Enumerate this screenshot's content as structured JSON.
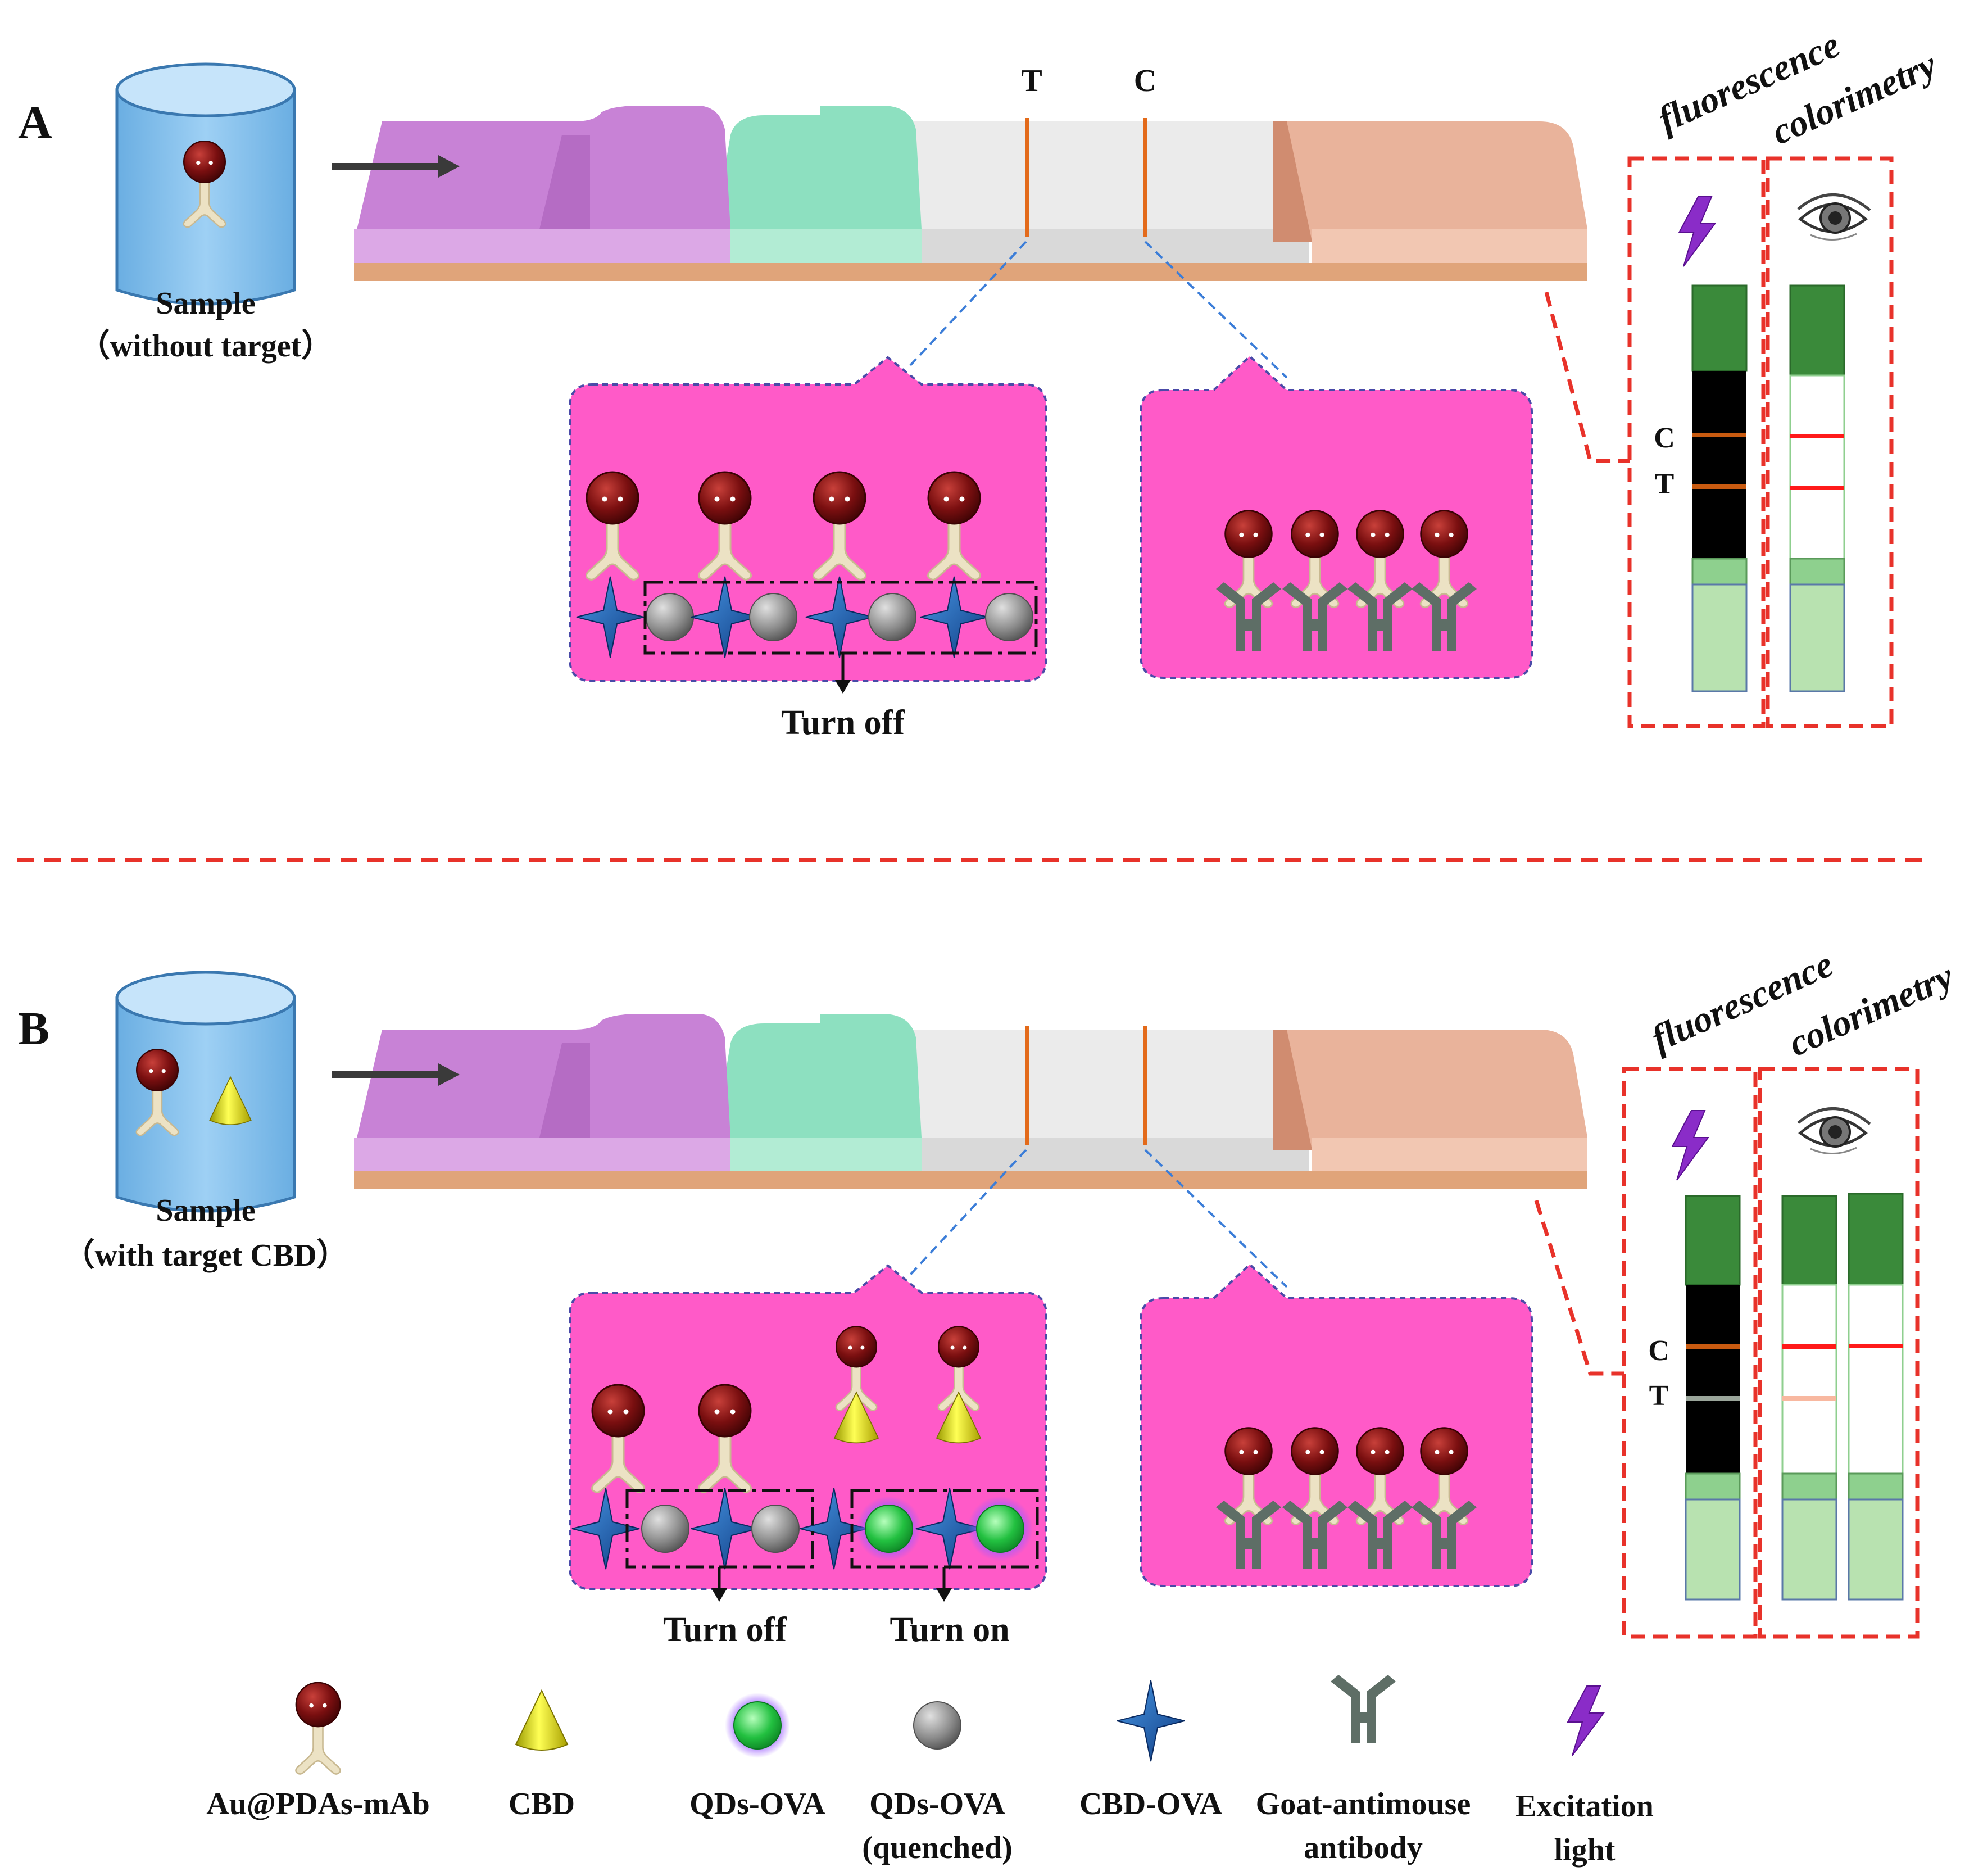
{
  "panel_a": {
    "label": "A",
    "sample_line1": "Sample",
    "sample_line2": "（without target）",
    "t_label": "T",
    "c_label": "C",
    "turn_off": "Turn off",
    "fluorescence": "fluorescence",
    "colorimetry": "colorimetry",
    "strip_c": "C",
    "strip_t": "T"
  },
  "panel_b": {
    "label": "B",
    "sample_line1": "Sample",
    "sample_line2": "（with target CBD）",
    "turn_off": "Turn off",
    "turn_on": "Turn on",
    "fluorescence": "fluorescence",
    "colorimetry": "colorimetry",
    "strip_c": "C",
    "strip_t": "T"
  },
  "legend": {
    "au_mab": "Au@PDAs-mAb",
    "cbd": "CBD",
    "qds_ova": "QDs-OVA",
    "qds_ova_quenched_1": "QDs-OVA",
    "qds_ova_quenched_2": "(quenched)",
    "cbd_ova": "CBD-OVA",
    "goat_1": "Goat-antimouse",
    "goat_2": "antibody",
    "excitation_1": "Excitation",
    "excitation_2": "light"
  },
  "colors": {
    "sample_pad": "#c882d6",
    "conjugate_pad": "#8de0c0",
    "membrane": "#ebebeb",
    "absorbent_pad": "#e9b39b",
    "backing": "#e0a47a",
    "zoom_bubble": "#ff5ac8",
    "test_line": "#e36a1a",
    "dashed_red": "#e8322a",
    "dashed_blue": "#3b7dd8",
    "qd_quenched": "#808080",
    "qd_fluorescent": "#22c040",
    "cbd_ova_star": "#1d5fb0",
    "goat_antibody": "#5e6e66",
    "excitation_bolt": "#8a2cc8",
    "gold_nanoparticle": "#7a0f10",
    "antibody_body": "#ece2c4",
    "cbd_cone": "#e8e000"
  }
}
